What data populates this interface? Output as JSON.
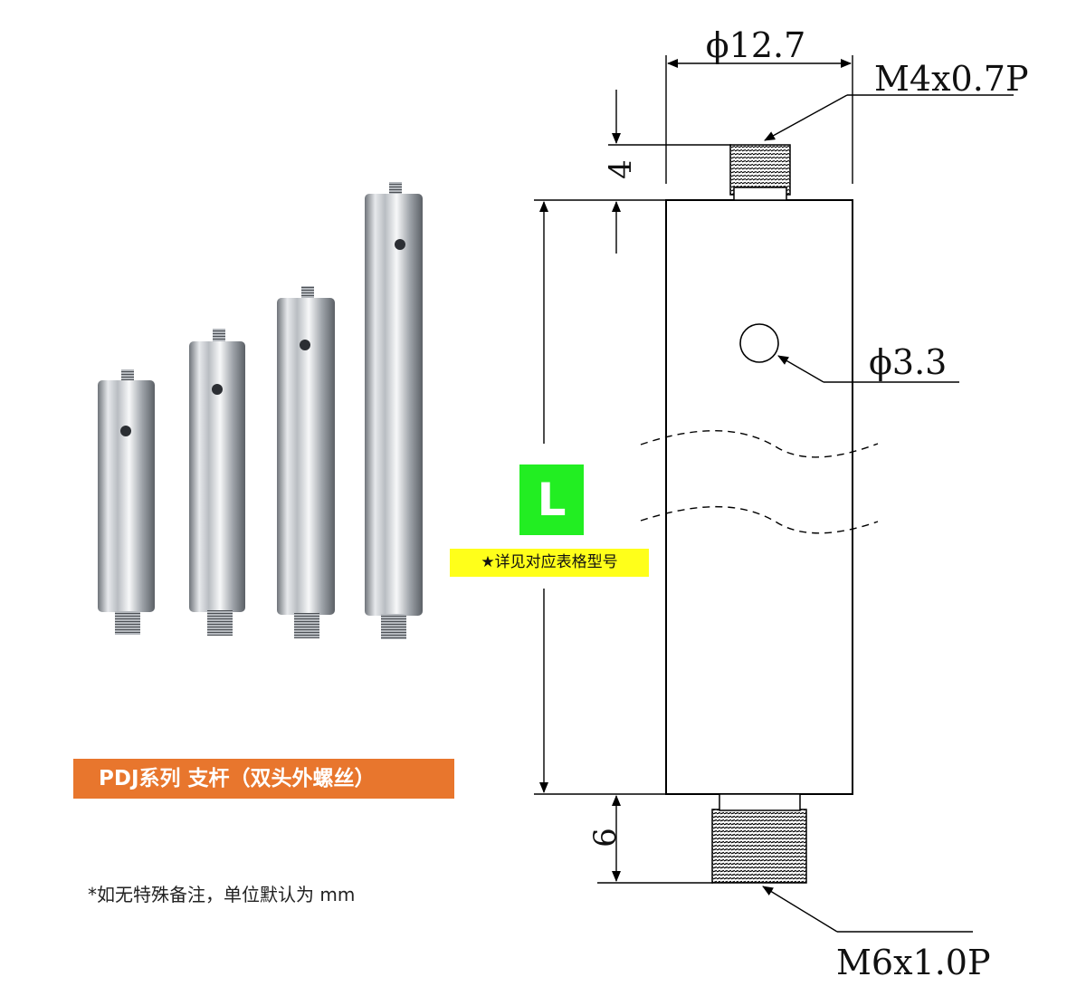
{
  "series_label": "PDJ系列 支杆（双头外螺丝）",
  "unit_note": "*如无特殊备注，单位默认为 mm",
  "length_badge": "L",
  "length_note": "★详见对应表格型号",
  "dimensions": {
    "outer_diameter": "ϕ12.7",
    "top_thread": "M4x0.7P",
    "top_thread_length": "4",
    "hole_diameter": "ϕ3.3",
    "bottom_thread_length": "6",
    "bottom_thread": "M6x1.0P"
  }
}
